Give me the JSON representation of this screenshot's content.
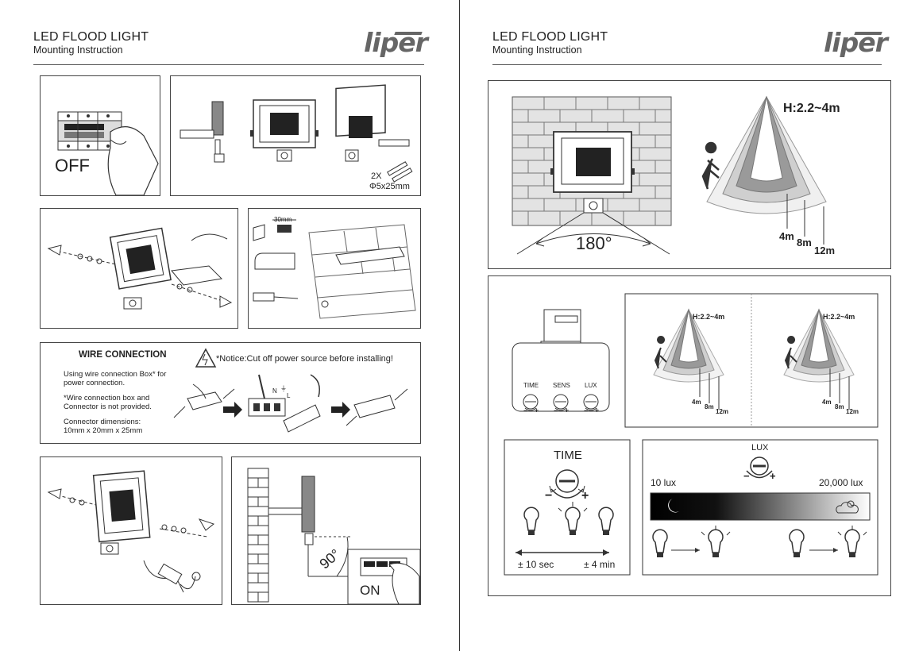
{
  "left_page": {
    "title": "LED FLOOD LIGHT",
    "subtitle": "Mounting Instruction",
    "logo": "liper",
    "step1": {
      "switch_state": "OFF"
    },
    "step2": {
      "quantity": "2X",
      "screw_spec": "Φ5x25mm"
    },
    "step4": {
      "drill_depth": "30mm"
    },
    "wire_connection": {
      "title": "WIRE CONNECTION",
      "notice": "*Notice:Cut off power source before installing!",
      "note1": [
        "Using wire connection Box* for",
        "power connection."
      ],
      "note2": [
        "*Wire connection box and",
        "Connector is not provided."
      ],
      "note3": [
        "Connector dimensions:",
        "10mm x 20mm x 25mm"
      ],
      "terminals": [
        "N",
        "⏚",
        "L"
      ]
    },
    "step6": {
      "angle": "90°",
      "switch_state": "ON"
    }
  },
  "right_page": {
    "title": "LED FLOOD LIGHT",
    "subtitle": "Mounting Instruction",
    "logo": "liper",
    "detection": {
      "angle": "180°",
      "height": "H:2.2~4m",
      "ranges": [
        "4m",
        "8m",
        "12m"
      ]
    },
    "sensor": {
      "knobs": [
        "TIME",
        "SENS",
        "LUX"
      ],
      "cone_height": "H:2.2~4m",
      "ranges": [
        "4m",
        "8m",
        "12m"
      ]
    },
    "time": {
      "title": "TIME",
      "min": "± 10 sec",
      "max": "± 4 min",
      "minus": "−",
      "plus": "+"
    },
    "lux": {
      "title": "LUX",
      "low": "10 lux",
      "high": "20,000 lux",
      "minus": "−",
      "plus": "+"
    }
  }
}
